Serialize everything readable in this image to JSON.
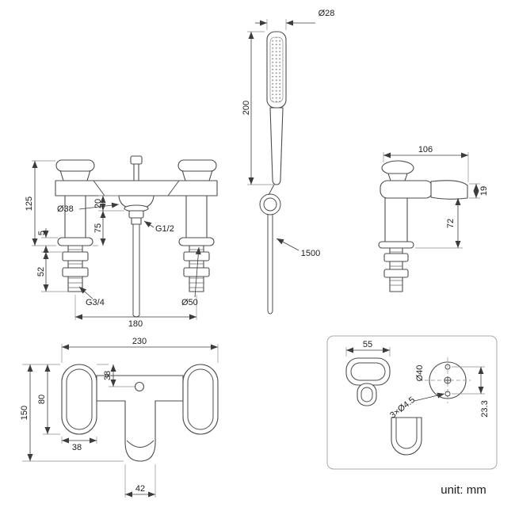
{
  "unit_label": "unit: mm",
  "front_view": {
    "height": "125",
    "spout_drop": "20",
    "escutcheon_dia": "Ø38",
    "deck_plate": "5",
    "outlet_height": "75",
    "shank_length": "52",
    "hose_thread": "G1/2",
    "inlet_thread": "G3/4",
    "base_dia": "Ø50",
    "centres": "180"
  },
  "handset_view": {
    "head_dia": "Ø28",
    "length": "200",
    "hose_length": "1500"
  },
  "side_view": {
    "spout_reach": "106",
    "outlet_drop": "19",
    "spout_height": "72"
  },
  "plan_view": {
    "overall_width": "230",
    "body_offset": "38",
    "pod_depth": "80",
    "overall_depth": "150",
    "pod_width": "38",
    "spout_width": "42"
  },
  "bracket_detail": {
    "width": "55",
    "plate_dia": "Ø40",
    "screw_holes": "3×Ø4.5",
    "hole_spacing": "23.3"
  }
}
